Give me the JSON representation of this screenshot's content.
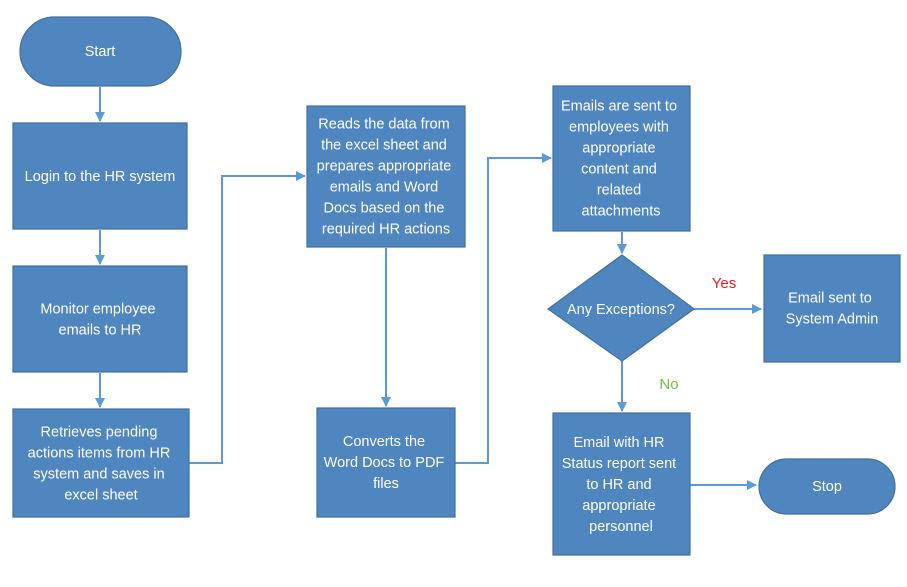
{
  "colors": {
    "node_fill": "#4f86bf",
    "node_stroke": "#41719c",
    "node_text": "#ffffff",
    "edge": "#5b9bd5",
    "yes_label": "#e02020",
    "no_label": "#6fbf3f",
    "background": "#ffffff"
  },
  "nodes": {
    "start": {
      "shape": "terminator",
      "lines": [
        "Start"
      ]
    },
    "login": {
      "shape": "process",
      "lines": [
        "Login to the HR system"
      ]
    },
    "monitor": {
      "shape": "process",
      "lines": [
        "Monitor employee",
        "emails to HR"
      ]
    },
    "retrieve": {
      "shape": "process",
      "lines": [
        "Retrieves pending",
        "actions items from HR",
        "system and saves in",
        "excel sheet"
      ]
    },
    "reads": {
      "shape": "process",
      "lines": [
        "Reads the data from",
        "the excel sheet and",
        "prepares appropriate",
        "emails and Word",
        "Docs based on the",
        "required HR actions"
      ]
    },
    "convert": {
      "shape": "process",
      "lines": [
        "Converts the",
        "Word Docs to PDF",
        "files"
      ]
    },
    "emails": {
      "shape": "process",
      "lines": [
        "Emails are sent to",
        "employees with",
        "appropriate",
        "content and",
        "related",
        "attachments"
      ]
    },
    "decision": {
      "shape": "decision",
      "lines": [
        "Any Exceptions?"
      ]
    },
    "admin": {
      "shape": "process",
      "lines": [
        "Email sent to",
        "System Admin"
      ]
    },
    "status": {
      "shape": "process",
      "lines": [
        "Email with HR",
        "Status report sent",
        "to HR and",
        "appropriate",
        "personnel"
      ]
    },
    "stop": {
      "shape": "terminator",
      "lines": [
        "Stop"
      ]
    }
  },
  "edges": [
    {
      "from": "start",
      "to": "login",
      "label": ""
    },
    {
      "from": "login",
      "to": "monitor",
      "label": ""
    },
    {
      "from": "monitor",
      "to": "retrieve",
      "label": ""
    },
    {
      "from": "retrieve",
      "to": "reads",
      "label": ""
    },
    {
      "from": "reads",
      "to": "convert",
      "label": ""
    },
    {
      "from": "convert",
      "to": "emails",
      "label": ""
    },
    {
      "from": "emails",
      "to": "decision",
      "label": ""
    },
    {
      "from": "decision",
      "to": "admin",
      "label": "Yes"
    },
    {
      "from": "decision",
      "to": "status",
      "label": "No"
    },
    {
      "from": "status",
      "to": "stop",
      "label": ""
    }
  ]
}
